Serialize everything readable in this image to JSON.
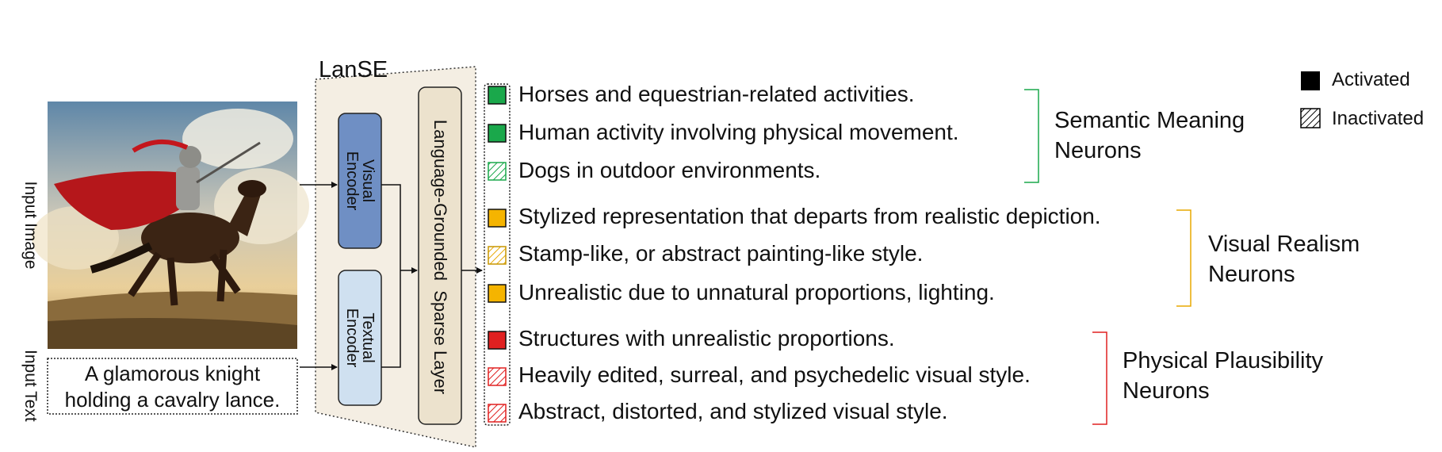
{
  "model": {
    "name": "LanSE",
    "visual_encoder": "Visual Encoder",
    "textual_encoder": "Textual Encoder",
    "sparse_layer": "Language-Grounded  Sparse Layer"
  },
  "inputs": {
    "image_label": "Input Image",
    "text_label": "Input Text",
    "text_line1": "A glamorous knight",
    "text_line2": "holding a cavalry lance."
  },
  "legend": {
    "activated": "Activated",
    "inactivated": "Inactivated"
  },
  "colors": {
    "semantic": "#1aa84b",
    "realism": "#f5b400",
    "physical": "#e02020",
    "visual_encoder": "#6f8fc4",
    "textual_encoder": "#cfe0f0",
    "background_panel": "#f4eee3"
  },
  "groups": [
    {
      "label_line1": "Semantic Meaning",
      "label_line2": "Neurons",
      "neurons": [
        {
          "text": "Horses and equestrian-related activities.",
          "state": "activated"
        },
        {
          "text": "Human activity involving physical movement.",
          "state": "activated"
        },
        {
          "text": "Dogs in outdoor environments.",
          "state": "inactivated"
        }
      ]
    },
    {
      "label_line1": "Visual Realism",
      "label_line2": "Neurons",
      "neurons": [
        {
          "text": "Stylized representation that departs from realistic depiction.",
          "state": "activated"
        },
        {
          "text": "Stamp-like, or abstract painting-like style.",
          "state": "inactivated"
        },
        {
          "text": "Unrealistic due to unnatural proportions, lighting.",
          "state": "activated"
        }
      ]
    },
    {
      "label_line1": "Physical Plausibility",
      "label_line2": "Neurons",
      "neurons": [
        {
          "text": "Structures with unrealistic proportions.",
          "state": "activated"
        },
        {
          "text": "Heavily edited, surreal, and psychedelic visual style.",
          "state": "inactivated"
        },
        {
          "text": "Abstract, distorted, and stylized visual style.",
          "state": "inactivated"
        }
      ]
    }
  ]
}
